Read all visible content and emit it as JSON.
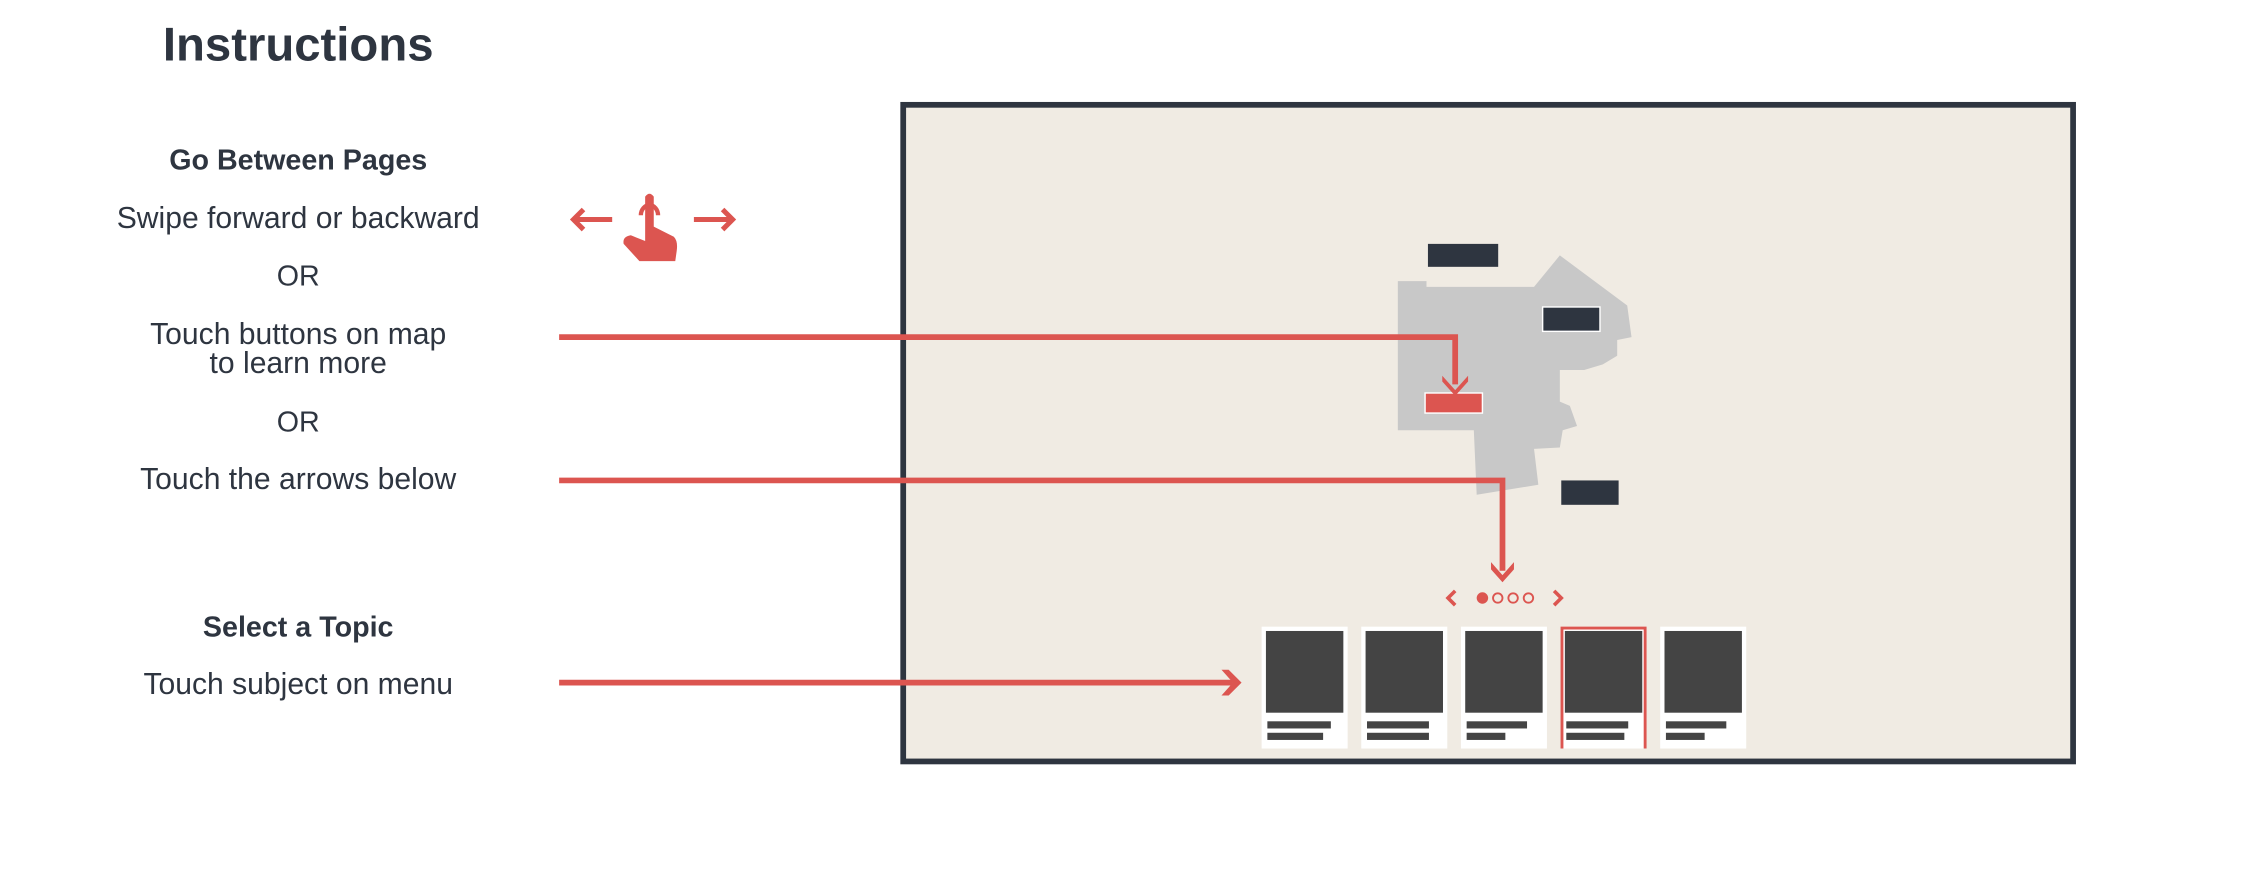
{
  "title": "Instructions",
  "colors": {
    "accent": "#dc5550",
    "dark": "#2e3540",
    "screen_bg": "#f0ebe3",
    "map_gray": "#c8c8c8",
    "card_image": "#444444"
  },
  "navigation": {
    "heading": "Go Between Pages",
    "swipe": "Swipe forward or backward",
    "or_1": "OR",
    "buttons_line1": "Touch  buttons on map",
    "buttons_line2": "to learn more",
    "or_2": "OR",
    "arrows": "Touch the arrows below",
    "icons": [
      "arrow-left-icon",
      "touch-hand-icon",
      "arrow-right-icon"
    ]
  },
  "topic": {
    "heading": "Select a Topic",
    "menu": "Touch subject on menu"
  },
  "screen": {
    "pagination": {
      "total_pages": 4,
      "current_page": 1
    },
    "menu_cards": 5,
    "selected_card": 4
  }
}
